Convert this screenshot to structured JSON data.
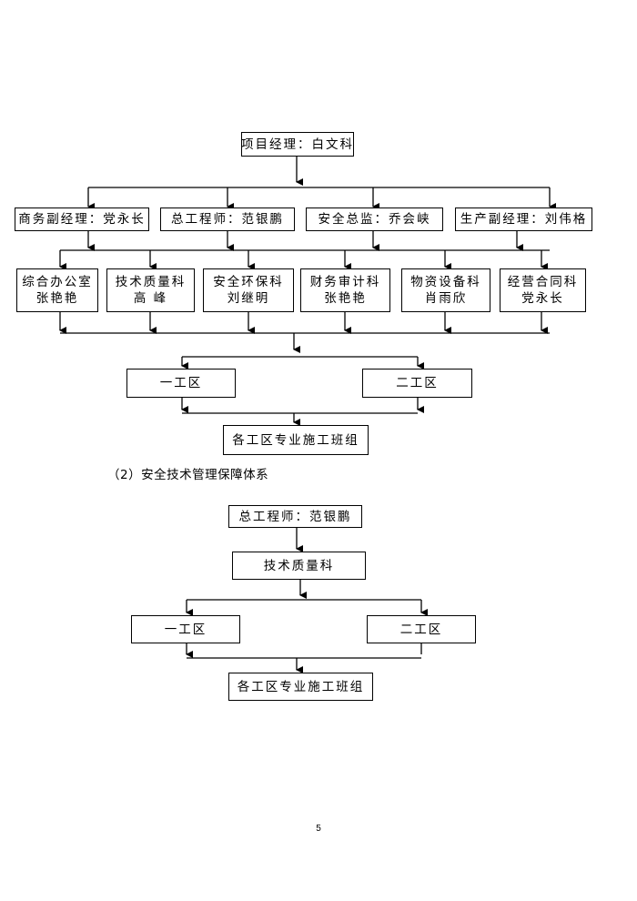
{
  "chart1": {
    "pm": "项目经理：白文科",
    "deputies": [
      "商务副经理：党永长",
      "总工程师：范银鹏",
      "安全总监：乔会峡",
      "生产副经理：刘伟格"
    ],
    "departments": [
      {
        "name": "综合办公室",
        "person": "张艳艳"
      },
      {
        "name": "技术质量科",
        "person": "高 峰"
      },
      {
        "name": "安全环保科",
        "person": "刘继明"
      },
      {
        "name": "财务审计科",
        "person": "张艳艳"
      },
      {
        "name": "物资设备科",
        "person": "肖雨欣"
      },
      {
        "name": "经营合同科",
        "person": "党永长"
      }
    ],
    "zones": [
      "一工区",
      "二工区"
    ],
    "teams": "各工区专业施工班组"
  },
  "caption": "（2）安全技术管理保障体系",
  "chart2": {
    "chief": "总工程师：范银鹏",
    "dept": "技术质量科",
    "zones": [
      "一工区",
      "二工区"
    ],
    "teams": "各工区专业施工班组"
  },
  "page_number": "5"
}
